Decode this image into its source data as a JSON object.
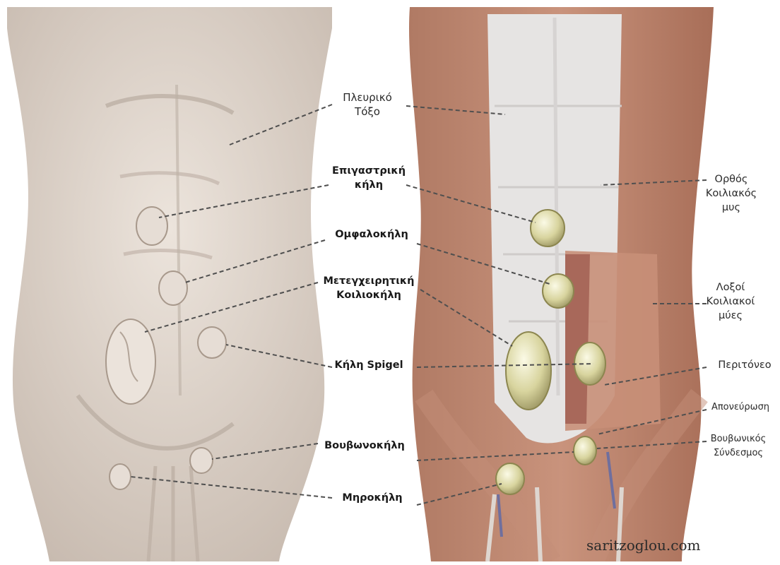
{
  "labels": {
    "costal_arch": [
      "Πλευρικό",
      "Τόξο"
    ],
    "epigastric": [
      "Επιγαστρική",
      "κήλη"
    ],
    "umbilical": "Ομφαλοκήλη",
    "incisional": [
      "Μετεγχειρητική",
      "Κοιλιοκήλη"
    ],
    "spigelian": "Κήλη Spigel",
    "inguinal": "Βουβωνοκήλη",
    "femoral": "Μηροκήλη",
    "rectus": [
      "Ορθός",
      "Κοιλιακός",
      "μυς"
    ],
    "obliques": [
      "Λοξοί",
      "Κοιλιακοί",
      "μύες"
    ],
    "peritoneum": "Περιτόνεο",
    "aponeurosis": "Απονεύρωση",
    "inguinal_ligament": [
      "Βουβωνικός",
      "Σύνδεσμος"
    ]
  },
  "watermark": "saritzoglou.com",
  "colors": {
    "skin": "#d9cfc6",
    "skin_shadow": "#b9aca1",
    "muscle": "#b97f68",
    "fascia": "#e4e1e0",
    "hernia": "#d7d3a0",
    "line": "#555555"
  }
}
